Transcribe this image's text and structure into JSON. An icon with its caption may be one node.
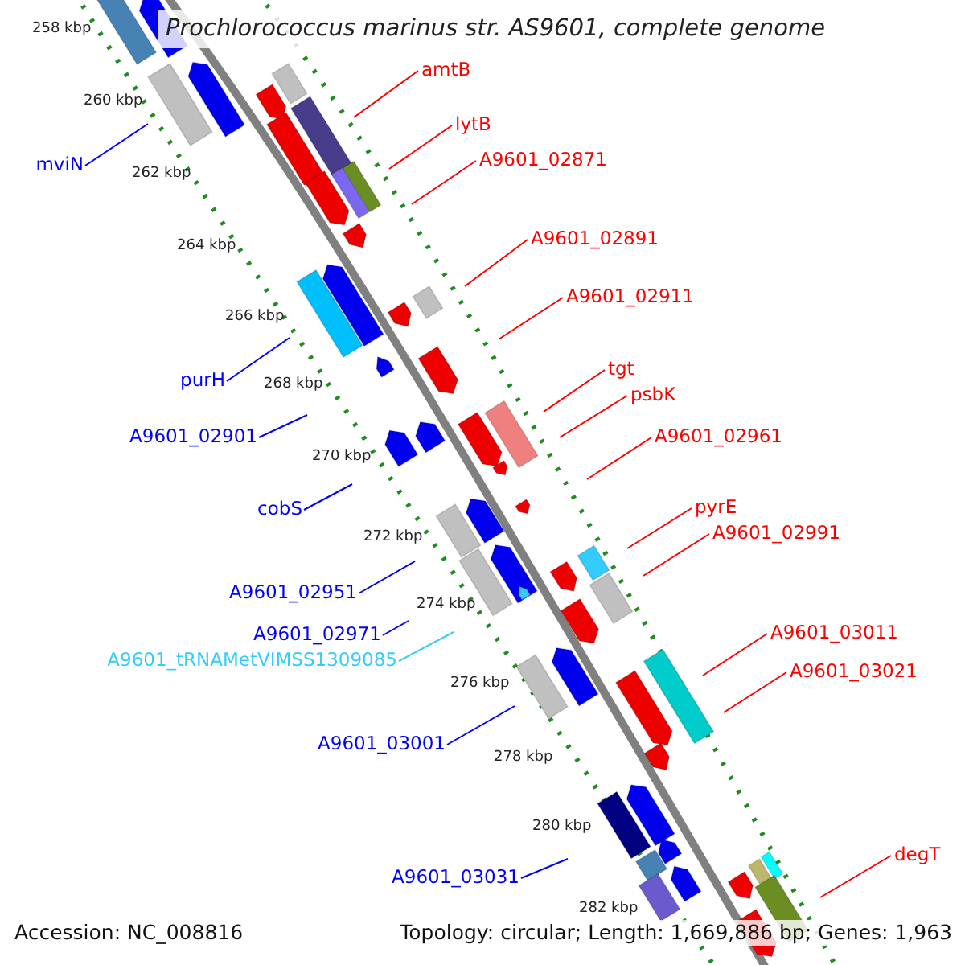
{
  "diagram": {
    "title": "Prochlorococcus marinus str. AS9601, complete genome",
    "nodes": [
      {
        "text": [
          "amtB"
        ]
      },
      {
        "text": [
          "lytB"
        ]
      },
      {
        "text": [
          "A9601_02871"
        ]
      },
      {
        "text": [
          "mviN"
        ]
      },
      {
        "text": [
          "A9601_02891"
        ]
      },
      {
        "text": [
          "A9601_02911"
        ]
      },
      {
        "text": [
          "tgt"
        ]
      },
      {
        "text": [
          "purH"
        ]
      },
      {
        "text": [
          "psbK"
        ]
      },
      {
        "text": [
          "A9601_02901"
        ]
      },
      {
        "text": [
          "A9601_02961"
        ]
      },
      {
        "text": [
          "pyrE"
        ]
      },
      {
        "text": [
          "cobS"
        ]
      },
      {
        "text": [
          "A9601_02991"
        ]
      },
      {
        "text": [
          "A9601_02951"
        ]
      },
      {
        "text": [
          "A9601_03011"
        ]
      },
      {
        "text": [
          "A9601_02971"
        ]
      },
      {
        "text": [
          "A9601_tRNAMetVIMSS1309085"
        ]
      },
      {
        "text": [
          "A9601_03021"
        ]
      },
      {
        "text": [
          "A9601_03001"
        ]
      },
      {
        "text": [
          "degT"
        ]
      },
      {
        "text": [
          "A9601_03031"
        ]
      }
    ],
    "edges": [
      {
        "from": 0,
        "to": null,
        "arrow": "none"
      },
      {
        "from": 1,
        "to": null,
        "arrow": "none"
      },
      {
        "from": 2,
        "to": null,
        "arrow": "none"
      },
      {
        "from": 3,
        "to": null,
        "arrow": "none",
        "color": "#0000ff"
      },
      {
        "from": 4,
        "to": null,
        "arrow": "none"
      },
      {
        "from": 5,
        "to": null,
        "arrow": "none"
      },
      {
        "from": 6,
        "to": null,
        "arrow": "none"
      },
      {
        "from": 7,
        "to": null,
        "arrow": "none",
        "color": "#0000ff"
      },
      {
        "from": 8,
        "to": null,
        "arrow": "none"
      },
      {
        "from": 9,
        "to": null,
        "arrow": "none",
        "color": "#0000ff"
      },
      {
        "from": 10,
        "to": null,
        "arrow": "none"
      },
      {
        "from": 11,
        "to": null,
        "arrow": "none"
      },
      {
        "from": 12,
        "to": null,
        "arrow": "none",
        "color": "#0000ff"
      },
      {
        "from": 13,
        "to": null,
        "arrow": "none"
      },
      {
        "from": 14,
        "to": null,
        "arrow": "none",
        "color": "#0000ff"
      },
      {
        "from": 15,
        "to": null,
        "arrow": "none"
      },
      {
        "from": 16,
        "to": null,
        "arrow": "none",
        "color": "#0000ff"
      },
      {
        "from": 17,
        "to": null,
        "arrow": "none",
        "color": "#33ccff"
      },
      {
        "from": 18,
        "to": null,
        "arrow": "none"
      },
      {
        "from": 19,
        "to": null,
        "arrow": "none",
        "color": "#0000ff"
      },
      {
        "from": 20,
        "to": null,
        "arrow": "none"
      },
      {
        "from": 21,
        "to": null,
        "arrow": "none",
        "color": "#0000ff"
      }
    ],
    "labels": [
      "258 kbp",
      "260 kbp",
      "262 kbp",
      "264 kbp",
      "266 kbp",
      "268 kbp",
      "270 kbp",
      "272 kbp",
      "274 kbp",
      "276 kbp",
      "278 kbp",
      "280 kbp",
      "282 kbp",
      "Accession: NC_008816",
      "Topology: circular; Length: 1,669,886 bp; Genes: 1,963"
    ]
  }
}
